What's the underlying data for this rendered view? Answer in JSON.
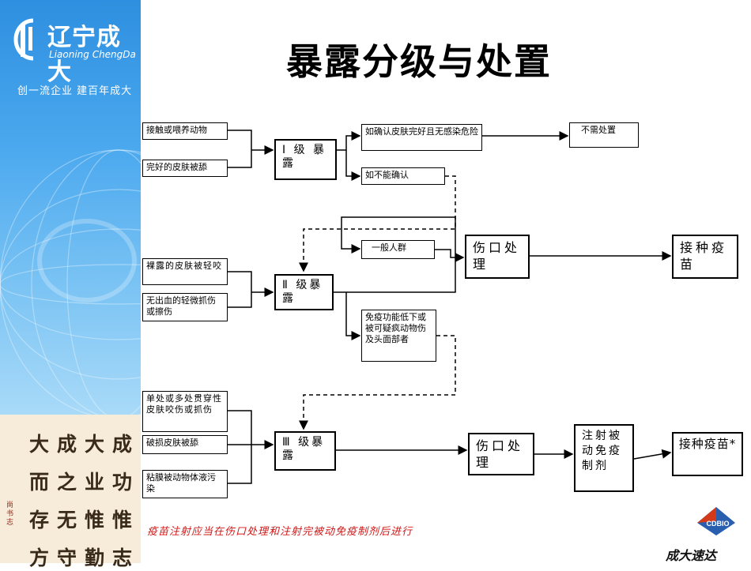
{
  "sidebar": {
    "brand_cn": "辽宁成大",
    "brand_en": "Liaoning ChengDa",
    "slogan": "创一流企业  建百年成大"
  },
  "calligraphy": {
    "chars": [
      "大",
      "成",
      "大",
      "成",
      "而",
      "之",
      "业",
      "功",
      "存",
      "无",
      "惟",
      "惟",
      "方",
      "守",
      "勤",
      "志"
    ],
    "seal": "尚书志"
  },
  "title": "暴露分级与处置",
  "boxes": {
    "contact_feeding": "接触或喂养动物",
    "intact_skin_licked": "完好的皮肤被舔",
    "grade1": "Ⅰ 级 暴露",
    "confirm_intact": "如确认皮肤完好且无感染危险",
    "no_treatment": "不需处置",
    "cannot_confirm": "如不能确认",
    "bare_skin_bitten": "裸露的皮肤被轻咬",
    "no_bleeding_scratch": "无出血的轻微抓伤或擦伤",
    "grade2": "Ⅱ 级暴露",
    "general_population": "一般人群",
    "wound_treatment_1": "伤口处理",
    "vaccinate_1": "接种疫苗",
    "immunocompromised": "免疫功能低下或被可疑疯动物伤及头面部者",
    "single_multiple": "单处或多处贯穿性皮肤咬伤或抓伤",
    "broken_skin_licked": "破损皮肤被舔",
    "mucosa_contaminated": "粘膜被动物体液污染",
    "grade3": "Ⅲ 级暴露",
    "wound_treatment_2": "伤口处理",
    "passive_immunization": "注射被动免疫制剂",
    "vaccinate_2": "接种疫苗*"
  },
  "footnote": "疫苗注射应当在伤口处理和注射完被动免疫制剂后进行",
  "corner_logo": {
    "badge": "CDBIO",
    "text": "成大速达"
  },
  "colors": {
    "sidebar_blue": "#2e8fe0",
    "note_red": "#d01818"
  }
}
